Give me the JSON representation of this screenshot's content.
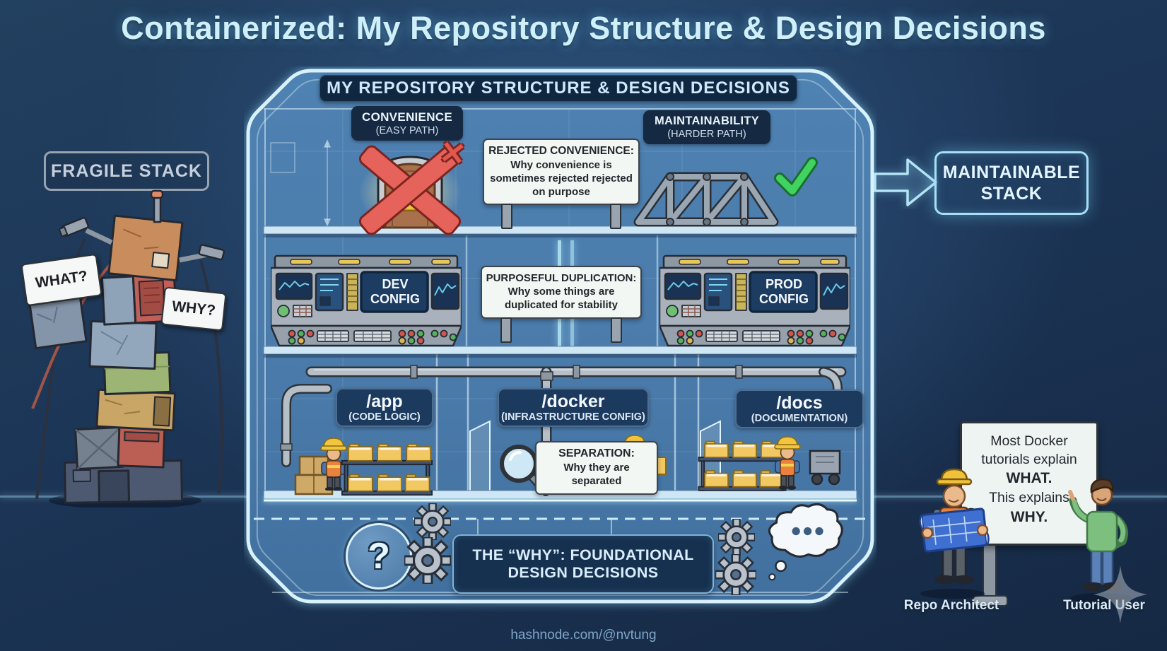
{
  "title": "Containerized: My Repository Structure & Design Decisions",
  "watermark": "hashnode.com/@nvtung",
  "colors": {
    "background_navy": "#1c3556",
    "accent_cyan": "#cfeffb",
    "container_interior_blue": "#4a7dae",
    "dark_label_navy": "#152a42",
    "sign_white": "#f3f7f3",
    "red_x": "#e2574e",
    "green_check": "#41d35f",
    "folder_yellow": "#f2c863",
    "console_gray": "#a9b2bc"
  },
  "icons": {
    "red_x": "✕",
    "green_check": "✓",
    "question_mark": "?",
    "magnifier": "🔍",
    "gear": "⚙",
    "thought_dots": "…",
    "arrow_right": "➜",
    "sparkle": "✦"
  },
  "container": {
    "header": "MY REPOSITORY STRUCTURE & DESIGN DECISIONS",
    "top_floor": {
      "convenience_title": "CONVENIENCE",
      "convenience_subtitle": "(EASY PATH)",
      "rejected_title": "REJECTED CONVENIENCE:",
      "rejected_body": "Why convenience is sometimes rejected rejected on purpose",
      "maintainability_title": "MAINTAINABILITY",
      "maintainability_subtitle": "(HARDER PATH)"
    },
    "middle_floor": {
      "dev_config_label": "DEV CONFIG",
      "duplication_title": "PURPOSEFUL DUPLICATION:",
      "duplication_body": "Why some things are duplicated for stability",
      "prod_config_label": "PROD CONFIG"
    },
    "bottom_floor": {
      "app_title": "/app",
      "app_subtitle": "(CODE LOGIC)",
      "docker_title": "/docker",
      "docker_subtitle": "(INFRASTRUCTURE CONFIG)",
      "docs_title": "/docs",
      "docs_subtitle": "(DOCUMENTATION)",
      "separation_title": "SEPARATION:",
      "separation_body": "Why they are separated"
    },
    "basement": {
      "why_banner_line1": "THE “WHY”: FOUNDATIONAL",
      "why_banner_line2": "DESIGN DECISIONS"
    }
  },
  "left_scene": {
    "fragile_stack_label": "FRAGILE STACK",
    "what_bubble": "WHAT?",
    "why_bubble": "WHY?"
  },
  "right_scene": {
    "maintainable_stack_label": "MAINTAINABLE STACK"
  },
  "dialogue": {
    "speech_part1": "Most Docker tutorials explain",
    "speech_bold1": "WHAT.",
    "speech_part2": "This explains",
    "speech_bold2": "WHY.",
    "architect_label": "Repo Architect",
    "user_label": "Tutorial User"
  }
}
